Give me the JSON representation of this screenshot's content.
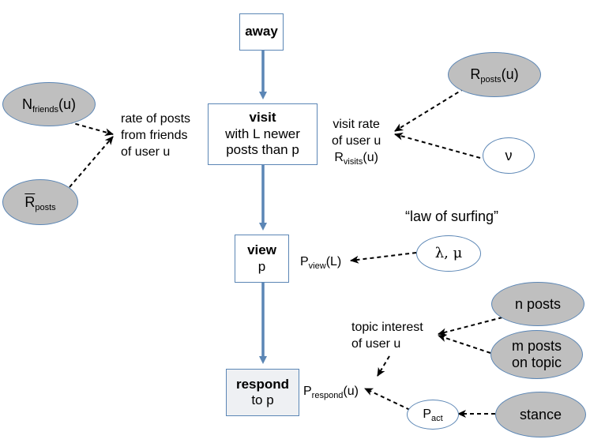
{
  "boxes": {
    "away": {
      "title": "away"
    },
    "visit": {
      "title": "visit",
      "line1": "with L newer",
      "line2": "posts than p"
    },
    "view": {
      "title": "view",
      "line1": "p"
    },
    "respond": {
      "title": "respond",
      "line1": "to p"
    }
  },
  "ellipses": {
    "n_friends": {
      "base": "N",
      "sub": "friends",
      "suffix": "(u)"
    },
    "r_posts_bar": {
      "base": "R",
      "sub": "posts"
    },
    "r_posts": {
      "base": "R",
      "sub": "posts",
      "suffix": "(u)"
    },
    "nu": {
      "text": "ν"
    },
    "lambda_mu": {
      "text": "λ, μ"
    },
    "n_posts": {
      "text": "n posts"
    },
    "m_posts": {
      "line1": "m posts",
      "line2": "on topic"
    },
    "p_act": {
      "base": "P",
      "sub": "act"
    },
    "stance": {
      "text": "stance"
    }
  },
  "labels": {
    "rate_posts": {
      "line1": "rate of posts",
      "line2": "from friends",
      "line3": "of user u"
    },
    "visit_rate": {
      "line1": "visit rate",
      "line2": "of user u",
      "base": "R",
      "sub": "visits",
      "suffix": "(u)"
    },
    "law_of_surfing": "“law of surfing”",
    "p_view": {
      "base": "P",
      "sub": "view",
      "suffix": "(L)"
    },
    "topic_interest": {
      "line1": "topic interest",
      "line2": "of user u"
    },
    "p_respond": {
      "base": "P",
      "sub": "respond",
      "suffix": "(u)"
    }
  },
  "colors": {
    "flow_arrow": "#5b86b5",
    "box_border": "#5b86b5",
    "ellipse_fill": "#bfbfbf",
    "dashed_arrow": "#000000"
  }
}
